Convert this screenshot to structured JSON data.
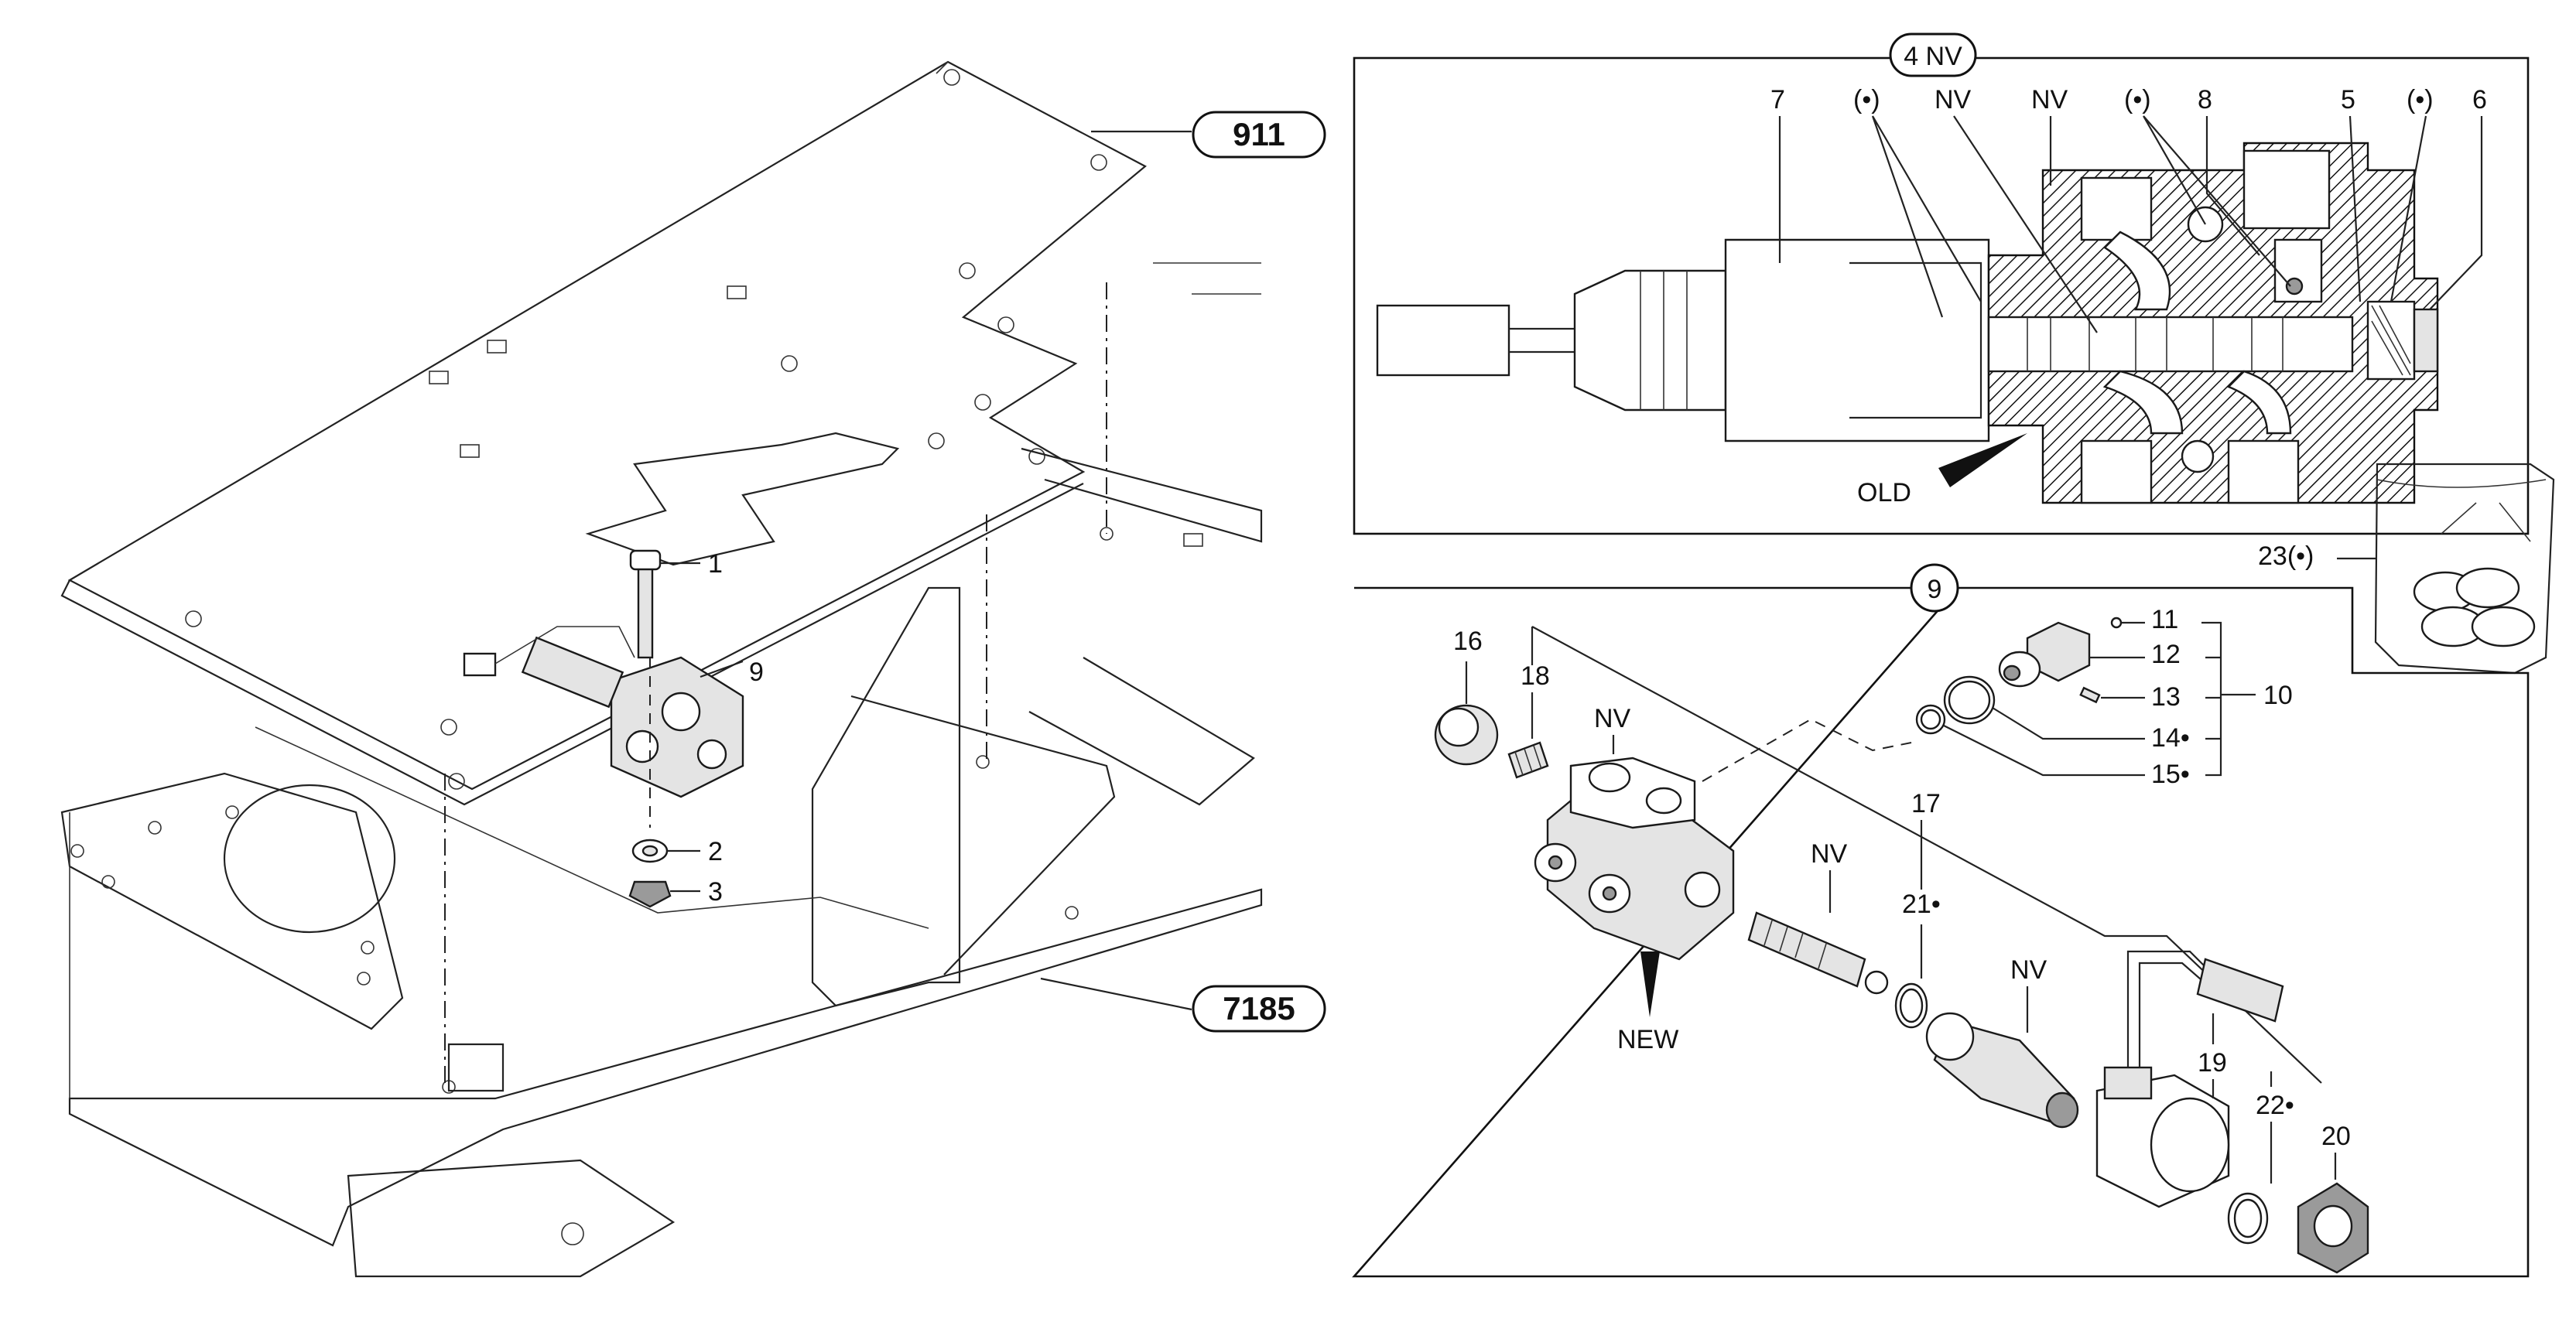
{
  "callouts": {
    "ref_911": "911",
    "ref_7185": "7185",
    "section_4nv": "4 NV",
    "section_9": "9"
  },
  "left_labels": {
    "p1": "1",
    "p2": "2",
    "p3": "3",
    "p9": "9"
  },
  "top_box_labels": {
    "p7": "7",
    "bullet_a": "(•)",
    "nv_a": "NV",
    "nv_b": "NV",
    "bullet_b": "(•)",
    "p8": "8",
    "p5": "5",
    "bullet_c": "(•)",
    "p6": "6",
    "old": "OLD"
  },
  "bag_label": "23(•)",
  "bottom_box_labels": {
    "p16": "16",
    "p18": "18",
    "nv_c": "NV",
    "new": "NEW",
    "nv_d": "NV",
    "p17": "17",
    "p21": "21•",
    "nv_e": "NV",
    "p11": "11",
    "p12": "12",
    "p13": "13",
    "p10": "10",
    "p14": "14•",
    "p15": "15•",
    "p19": "19",
    "p22": "22•",
    "p20": "20"
  }
}
